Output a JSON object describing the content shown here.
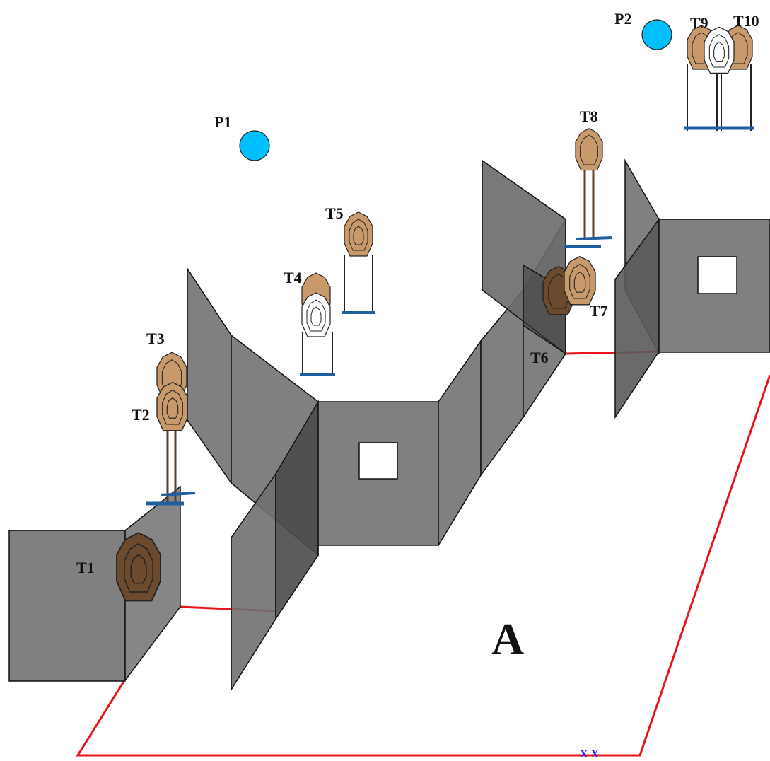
{
  "labels": {
    "t1": "T1",
    "t2": "T2",
    "t3": "T3",
    "t4": "T4",
    "t5": "T5",
    "t6": "T6",
    "t7": "T7",
    "t8": "T8",
    "t9": "T9",
    "t10": "T10",
    "p1": "P1",
    "p2": "P2",
    "area": "A",
    "edge_marks": "X X"
  },
  "colors": {
    "wall": "#808080",
    "wall_dark": "#4a4a4a",
    "boundary": "#e8141b",
    "target_tan": "#c8996a",
    "target_dark": "#6b4a2e",
    "no_shoot": "#ffffff",
    "popper": "#00bfff",
    "stand_blue": "#1f5f9f"
  },
  "icons": [
    "wall-panel",
    "paper-target",
    "no-shoot-target",
    "popper-circle",
    "target-stand",
    "shooting-window"
  ]
}
